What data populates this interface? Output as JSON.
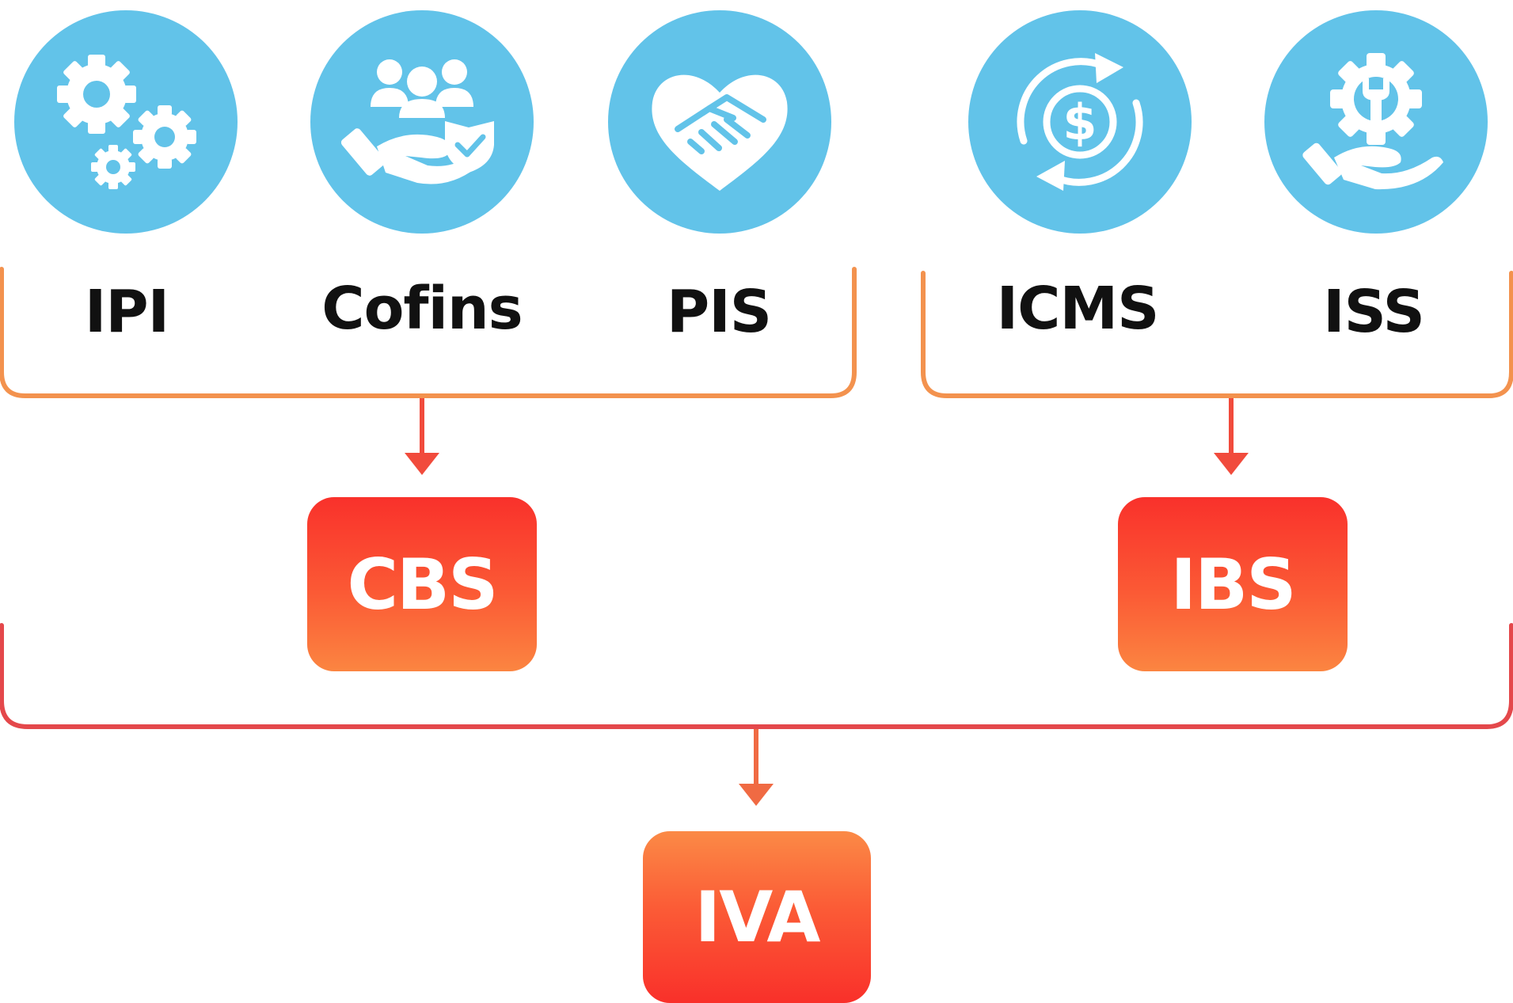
{
  "colors": {
    "icon_circle": "#62c3e9",
    "bracket_orange": "#f3924e",
    "bracket_red": "#e4484b",
    "arrow": "#f14b3c",
    "box_top": "#f9312b",
    "box_bottom": "#fb8541"
  },
  "sources": [
    {
      "label": "IPI",
      "icon": "gears-icon"
    },
    {
      "label": "Cofins",
      "icon": "people-hand-shield-icon"
    },
    {
      "label": "PIS",
      "icon": "heart-handshake-icon"
    },
    {
      "label": "ICMS",
      "icon": "dollar-cycle-icon"
    },
    {
      "label": "ISS",
      "icon": "gear-wrench-hand-icon"
    }
  ],
  "results": {
    "cbs": "CBS",
    "ibs": "IBS",
    "final": "IVA"
  },
  "flows": [
    {
      "from": [
        "IPI",
        "Cofins",
        "PIS"
      ],
      "to": "CBS"
    },
    {
      "from": [
        "ICMS",
        "ISS"
      ],
      "to": "IBS"
    },
    {
      "from": [
        "CBS",
        "IBS"
      ],
      "to": "IVA"
    }
  ]
}
